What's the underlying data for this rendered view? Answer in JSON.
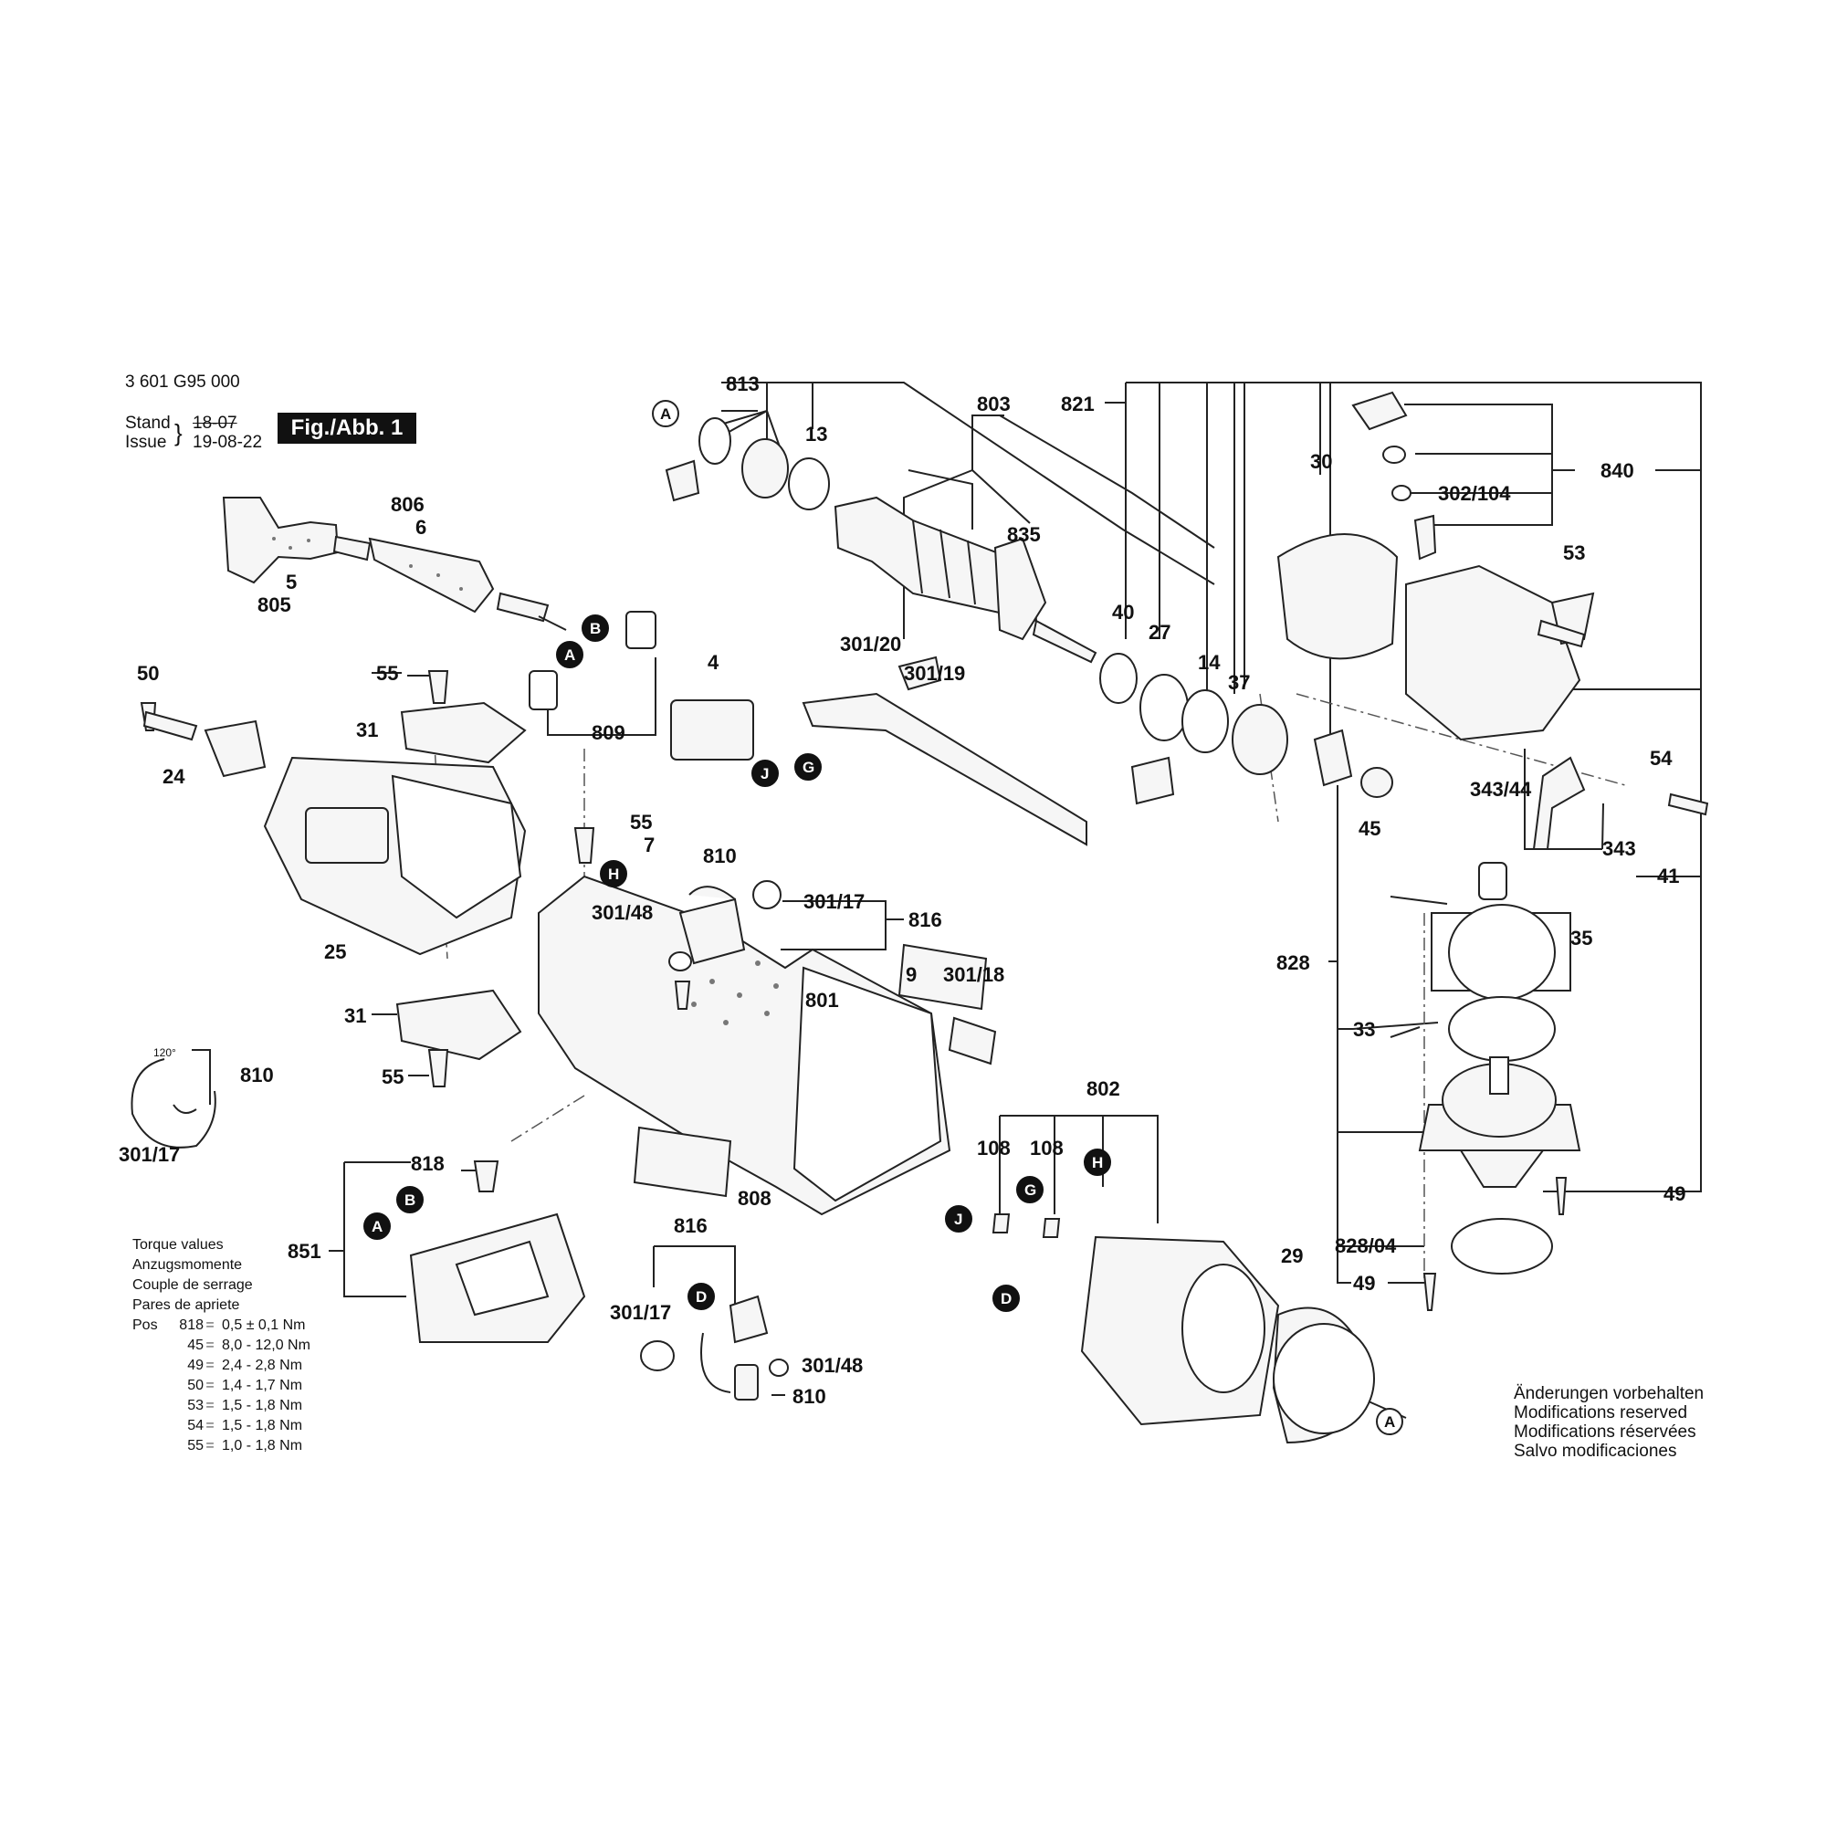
{
  "header": {
    "drawing_number": "3 601 G95 000",
    "stand_label": "Stand",
    "stand_value": "18-07",
    "issue_label": "Issue",
    "issue_value": "19-08-22",
    "figure_label": "Fig./Abb. 1"
  },
  "torque": {
    "title_en": "Torque values",
    "title_de": "Anzugsmomente",
    "title_fr": "Couple de serrage",
    "title_es": "Pares de apriete",
    "pos_label": "Pos",
    "rows": [
      {
        "pos": "818",
        "value": "0,5 ± 0,1 Nm"
      },
      {
        "pos": "45",
        "value": "8,0 - 12,0 Nm"
      },
      {
        "pos": "49",
        "value": "2,4 - 2,8 Nm"
      },
      {
        "pos": "50",
        "value": "1,4 - 1,7 Nm"
      },
      {
        "pos": "53",
        "value": "1,5 - 1,8 Nm"
      },
      {
        "pos": "54",
        "value": "1,5 - 1,8 Nm"
      },
      {
        "pos": "55",
        "value": "1,0 - 1,8 Nm"
      }
    ]
  },
  "notes": {
    "de": "Änderungen vorbehalten",
    "en": "Modifications reserved",
    "fr": "Modifications réservées",
    "es": "Salvo modificaciones"
  },
  "angle_note": "120°",
  "parts": {
    "p813": "813",
    "p803": "803",
    "p821": "821",
    "p840": "840",
    "p13": "13",
    "p30": "30",
    "p302_104": "302/104",
    "p806": "806",
    "p6": "6",
    "p5": "5",
    "p805": "805",
    "p835": "835",
    "p53": "53",
    "p40": "40",
    "p27": "27",
    "p14": "14",
    "p37": "37",
    "p301_20": "301/20",
    "p301_19": "301/19",
    "p4": "4",
    "p50": "50",
    "p55a": "55",
    "p31a": "31",
    "p809": "809",
    "p24": "24",
    "p54": "54",
    "p343_44": "343/44",
    "p45": "45",
    "p343": "343",
    "p41": "41",
    "p55b": "55",
    "p7": "7",
    "p810a": "810",
    "p301_17a": "301/17",
    "p816a": "816",
    "p301_48a": "301/48",
    "p25": "25",
    "p35": "35",
    "p828": "828",
    "p9": "9",
    "p301_18": "301/18",
    "p801": "801",
    "p31b": "31",
    "p33": "33",
    "p55c": "55",
    "p810b": "810",
    "p301_17b": "301/17",
    "p802": "802",
    "p108a": "108",
    "p108b": "108",
    "p818": "818",
    "p808": "808",
    "p49a": "49",
    "p816b": "816",
    "p851": "851",
    "p828_04": "828/04",
    "p29": "29",
    "p49b": "49",
    "p301_17c": "301/17",
    "p301_48b": "301/48",
    "p810c": "810"
  },
  "callouts": {
    "a1": "A",
    "a2": "A",
    "a3": "A",
    "a4": "A",
    "b1": "B",
    "b2": "B",
    "g1": "G",
    "g2": "G",
    "j1": "J",
    "j2": "J",
    "h1": "H",
    "h2": "H",
    "d1": "D",
    "d2": "D"
  }
}
